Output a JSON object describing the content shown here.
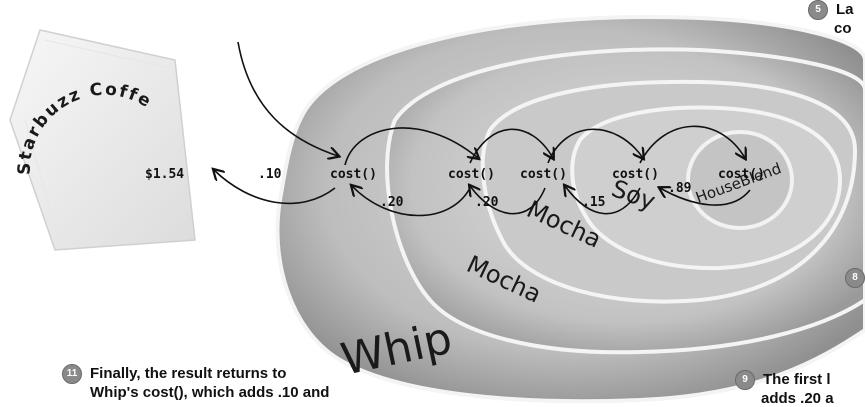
{
  "napkin": {
    "brand_text": "Starbuzz Coffee"
  },
  "result_price": "$1.54",
  "layers": [
    {
      "label": "Whip",
      "cost_label": "cost()",
      "value": ".10"
    },
    {
      "label": "Mocha",
      "cost_label": "cost()",
      "value": ".20"
    },
    {
      "label": "Mocha",
      "cost_label": "cost()",
      "value": ".20"
    },
    {
      "label": "Soy",
      "cost_label": "cost()",
      "value": ".15"
    },
    {
      "label": "HouseBlend",
      "cost_label": "cost()",
      "value": ".89"
    }
  ],
  "notes": {
    "step5": {
      "number": "5",
      "text": "La",
      "text2": "co"
    },
    "step8": {
      "number": "8"
    },
    "step9": {
      "number": "9",
      "text": "The first l",
      "text2": "adds .20 a"
    },
    "step11": {
      "number": "11",
      "line1": "Finally, the result returns to",
      "line2": "Whip's cost(), which adds .10 and"
    }
  },
  "colors": {
    "blob_light": "#dcdcdc",
    "blob_dark": "#9c9c9c",
    "rim": "#f4f4f4"
  }
}
